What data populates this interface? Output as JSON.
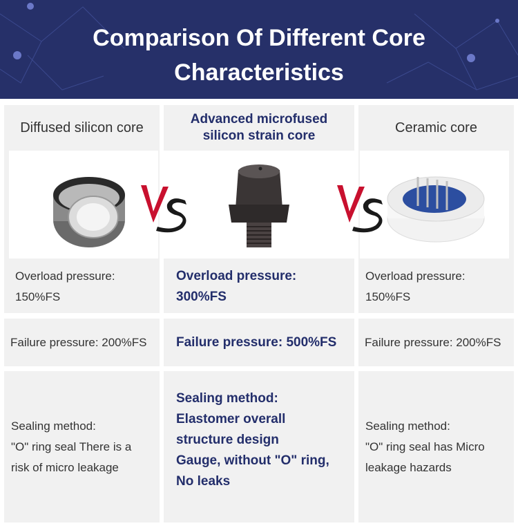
{
  "banner": {
    "title_line1": "Comparison Of Different Core",
    "title_line2": "Characteristics",
    "bg_color": "#263069"
  },
  "columns": [
    {
      "header": "Diffused silicon core",
      "overload": [
        "Overload pressure:",
        "150%FS"
      ],
      "failure": "Failure pressure: 200%FS",
      "sealing": [
        "Sealing method:",
        "\"O\" ring seal There is a",
        "risk of micro leakage"
      ]
    },
    {
      "header": [
        "Advanced microfused",
        "silicon strain core"
      ],
      "overload": [
        "Overload pressure:",
        "300%FS"
      ],
      "failure": "Failure pressure: 500%FS",
      "sealing": [
        "Sealing method:",
        "Elastomer overall",
        "structure design",
        "Gauge, without \"O\" ring,",
        "No leaks"
      ]
    },
    {
      "header": "Ceramic core",
      "overload": [
        "Overload pressure:",
        "150%FS"
      ],
      "failure": "Failure pressure: 200%FS",
      "sealing": [
        "Sealing method:",
        "\"O\" ring seal has  Micro",
        "leakage hazards"
      ]
    }
  ],
  "vs_label": "VS",
  "colors": {
    "highlight": "#232e6b",
    "cell_bg": "#f1f1f1",
    "vs_red": "#c8102e"
  }
}
